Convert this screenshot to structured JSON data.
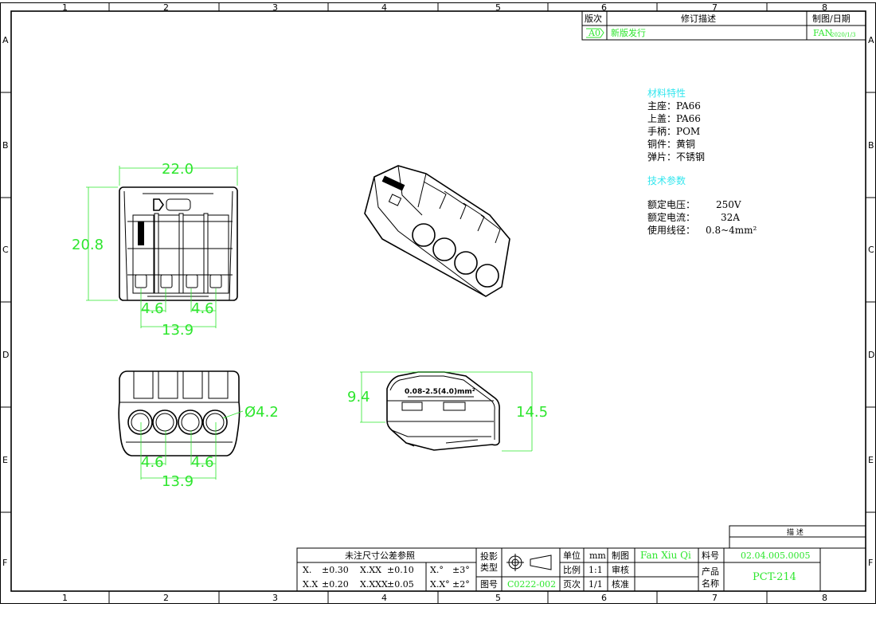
{
  "frame": {
    "columns": [
      "1",
      "2",
      "3",
      "4",
      "5",
      "6",
      "7",
      "8"
    ],
    "rows": [
      "A",
      "B",
      "C",
      "D",
      "E",
      "F"
    ]
  },
  "revision_table": {
    "headers": {
      "version": "版次",
      "description": "修订描述",
      "author_date": "制图/日期"
    },
    "rows": [
      {
        "version": "A0",
        "description": "新版发行",
        "author": "FAN",
        "date": "2020/1/3"
      }
    ]
  },
  "materials": {
    "title": "材料特性",
    "items": [
      "主座：PA66",
      "上盖：PA66",
      "手柄：POM",
      "铜件：黄铜",
      "弹片：不锈钢"
    ]
  },
  "specs": {
    "title": "技术参数",
    "items": [
      {
        "label": "额定电压：",
        "value": "250V"
      },
      {
        "label": "额定电流：",
        "value": "32A"
      },
      {
        "label": "使用线径：",
        "value": "0.8~4mm²"
      }
    ]
  },
  "dimensions": {
    "front": {
      "width": "22.0",
      "height": "20.8",
      "pitch_left": "4.6",
      "pitch_right": "4.6",
      "span": "13.9"
    },
    "bottom": {
      "hole": "Ø4.2",
      "pitch_left": "4.6",
      "pitch_right": "4.6",
      "span": "13.9"
    },
    "side": {
      "height_inner": "9.4",
      "height_total": "14.5",
      "wire_label": "0.08-2.5(4.0)mm²"
    }
  },
  "title_block": {
    "description_label": "描 述",
    "tolerance_title": "未注尺寸公差参照",
    "tolerances": [
      [
        "X.",
        "±0.30",
        "X.XX",
        "±0.10",
        "X.°",
        "±3°"
      ],
      [
        "X.X",
        "±0.20",
        "X.XXX",
        "±0.05",
        "X.X°",
        "±2°"
      ]
    ],
    "projection_label_1": "投影",
    "projection_label_2": "类型",
    "drawing_no_label": "图号",
    "drawing_no": "C0222-002",
    "unit_label": "单位",
    "unit": "mm",
    "scale_label": "比例",
    "scale": "1:1",
    "page_label": "页次",
    "page": "1/1",
    "drawn_label": "制图",
    "drawn_by": "Fan Xiu Qi",
    "review_label": "审核",
    "approve_label": "核准",
    "part_no_label": "料号",
    "part_no": "02.04.005.0005",
    "product_label_1": "产品",
    "product_label_2": "名称",
    "product_name": "PCT-214"
  }
}
